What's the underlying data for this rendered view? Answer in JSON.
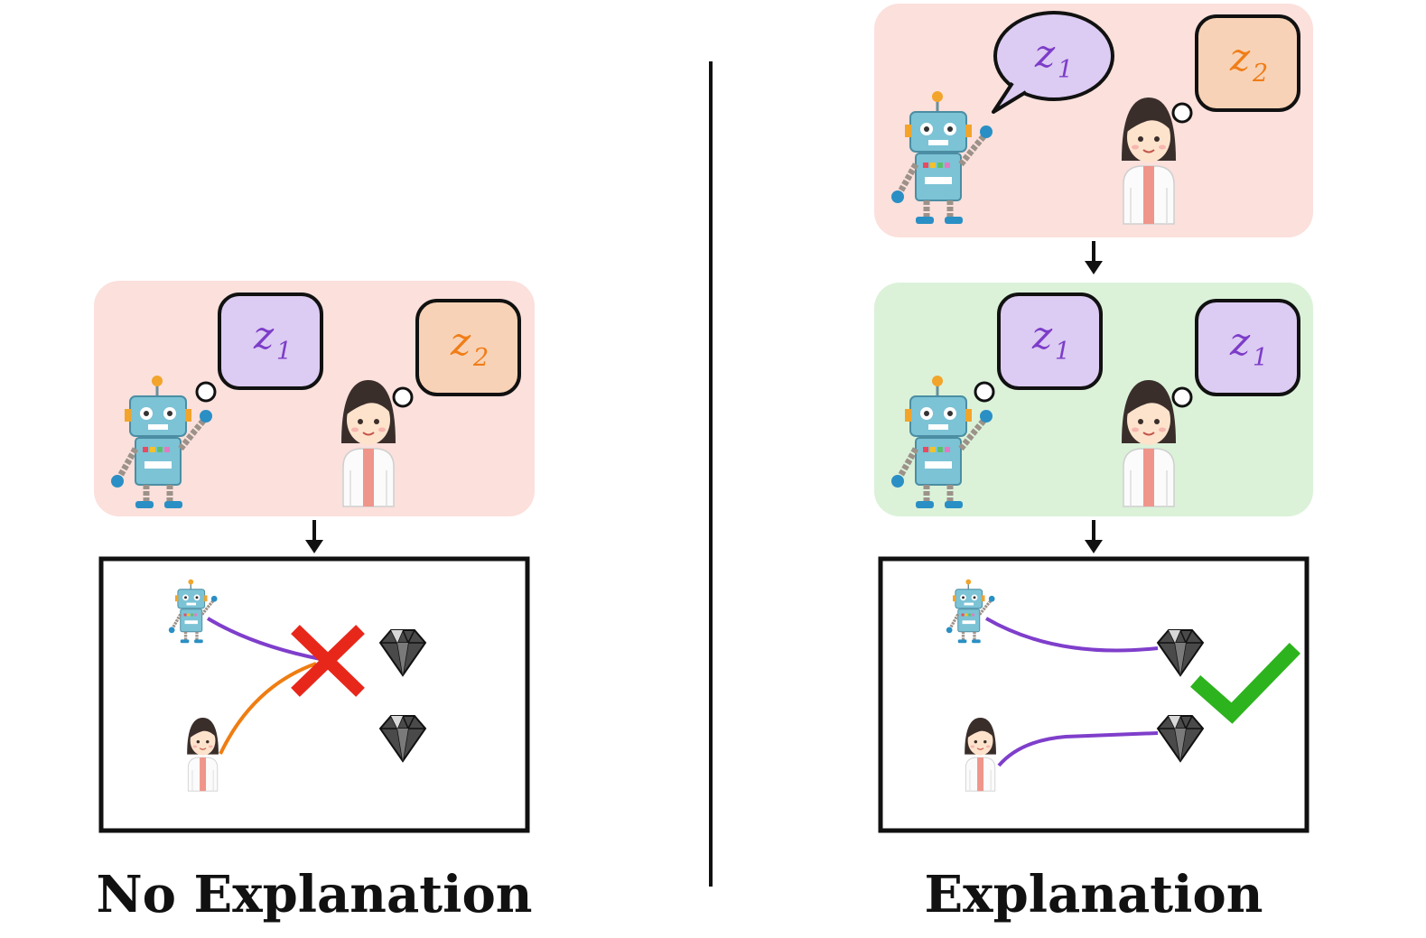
{
  "colors": {
    "pink_panel": "#fbe0dc",
    "green_panel": "#dbf2d9",
    "purple_bubble": "#dccbf2",
    "orange_bubble": "#f8d2b6",
    "purple_text": "#7c3cc8",
    "orange_text": "#f07d17",
    "purple_path": "#7f3ecb",
    "orange_path": "#ef7d12",
    "cross": "#e8271b",
    "check": "#2db31e"
  },
  "left": {
    "caption": "No Explanation",
    "panel": {
      "robot_thought": {
        "base": "z",
        "sub": "1",
        "color": "purple"
      },
      "human_thought": {
        "base": "z",
        "sub": "2",
        "color": "orange"
      }
    },
    "outcome": "failure"
  },
  "right": {
    "caption": "Explanation",
    "top_panel": {
      "robot_speech": {
        "base": "z",
        "sub": "1",
        "color": "purple"
      },
      "human_thought": {
        "base": "z",
        "sub": "2",
        "color": "orange"
      }
    },
    "mid_panel": {
      "robot_thought": {
        "base": "z",
        "sub": "1",
        "color": "purple"
      },
      "human_thought": {
        "base": "z",
        "sub": "1",
        "color": "purple"
      }
    },
    "outcome": "success"
  },
  "icons": [
    "robot-icon",
    "scientist-icon",
    "gem-icon",
    "cross-icon",
    "check-icon",
    "down-arrow-icon"
  ]
}
